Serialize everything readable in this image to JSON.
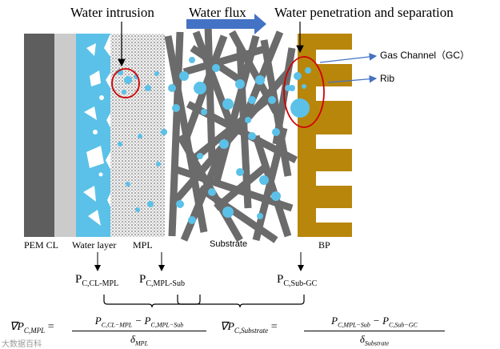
{
  "top_labels": {
    "water_intrusion": "Water intrusion",
    "water_flux": "Water flux",
    "water_penetration": "Water penetration and separation"
  },
  "side_labels": {
    "gas_channel": "Gas Channel（GC）",
    "rib": "Rib"
  },
  "layer_labels": {
    "pem_cl": "PEM CL",
    "water_layer": "Water layer",
    "mpl": "MPL",
    "substrate": "Substrate",
    "bp": "BP"
  },
  "pressures": {
    "p1_main": "P",
    "p1_sub": "C,CL-MPL",
    "p2_main": "P",
    "p2_sub": "C,MPL-Sub",
    "p3_main": "P",
    "p3_sub": "C,Sub-GC"
  },
  "equations": {
    "eq1_lhs": "∇P",
    "eq1_lhs_sub": "C,MPL",
    "eq1_num": "P",
    "eq1_num_a": "C,CL−MPL",
    "eq1_num_mid": " − P",
    "eq1_num_b": "C,MPL−Sub",
    "eq1_den": "δ",
    "eq1_den_sub": "MPL",
    "eq2_lhs": "∇P",
    "eq2_lhs_sub": "C,Substrate",
    "eq2_num": "P",
    "eq2_num_a": "C,MPL−Sub",
    "eq2_num_mid": " − P",
    "eq2_num_b": "C,Sub−GC",
    "eq2_den": "δ",
    "eq2_den_sub": "Substrate",
    "equals": "="
  },
  "watermark": "大数据百科",
  "colors": {
    "pem": "#5e5e5e",
    "cl": "#c9c9c9",
    "water": "#5bc1e8",
    "fiber": "#6b6b6b",
    "bp": "#b8860b",
    "arrow": "#4472c4",
    "circle": "#d00000"
  }
}
